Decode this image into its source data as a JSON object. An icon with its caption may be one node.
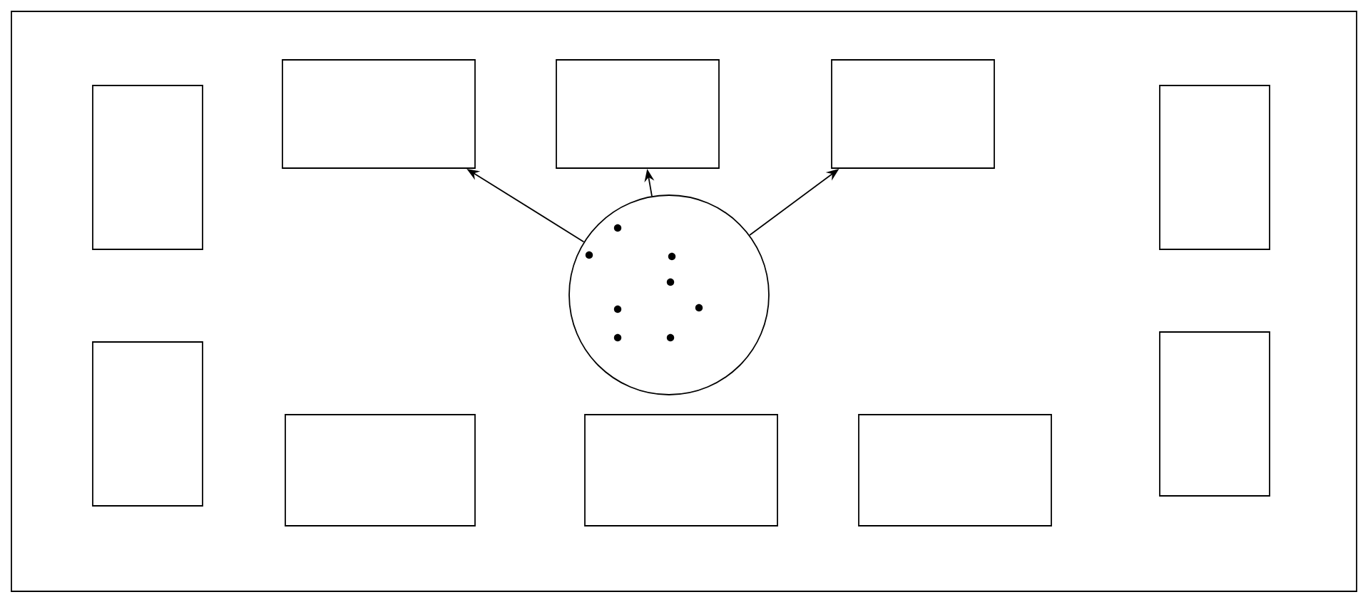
{
  "diagram": {
    "nodes": [
      {
        "text": [],
        "shape": "box"
      },
      {
        "text": [],
        "shape": "box",
        "in": 0
      },
      {
        "text": [],
        "shape": "box",
        "in": 0
      },
      {
        "text": [],
        "shape": "box",
        "in": 0
      },
      {
        "text": [],
        "shape": "box",
        "in": 0
      },
      {
        "text": [],
        "shape": "box",
        "in": 0
      },
      {
        "text": [],
        "shape": "circle",
        "in": 0
      },
      {
        "text": [],
        "shape": "box",
        "in": 0
      },
      {
        "text": [],
        "shape": "box",
        "in": 0
      },
      {
        "text": [],
        "shape": "box",
        "in": 0
      },
      {
        "text": [],
        "shape": "box",
        "in": 0
      },
      {
        "text": [],
        "shape": "box",
        "in": 0
      }
    ],
    "edges": [
      {
        "from": 6,
        "to": 2,
        "arrow": "to"
      },
      {
        "from": 6,
        "to": 3,
        "arrow": "to"
      },
      {
        "from": 6,
        "to": 4,
        "arrow": "to"
      }
    ]
  }
}
